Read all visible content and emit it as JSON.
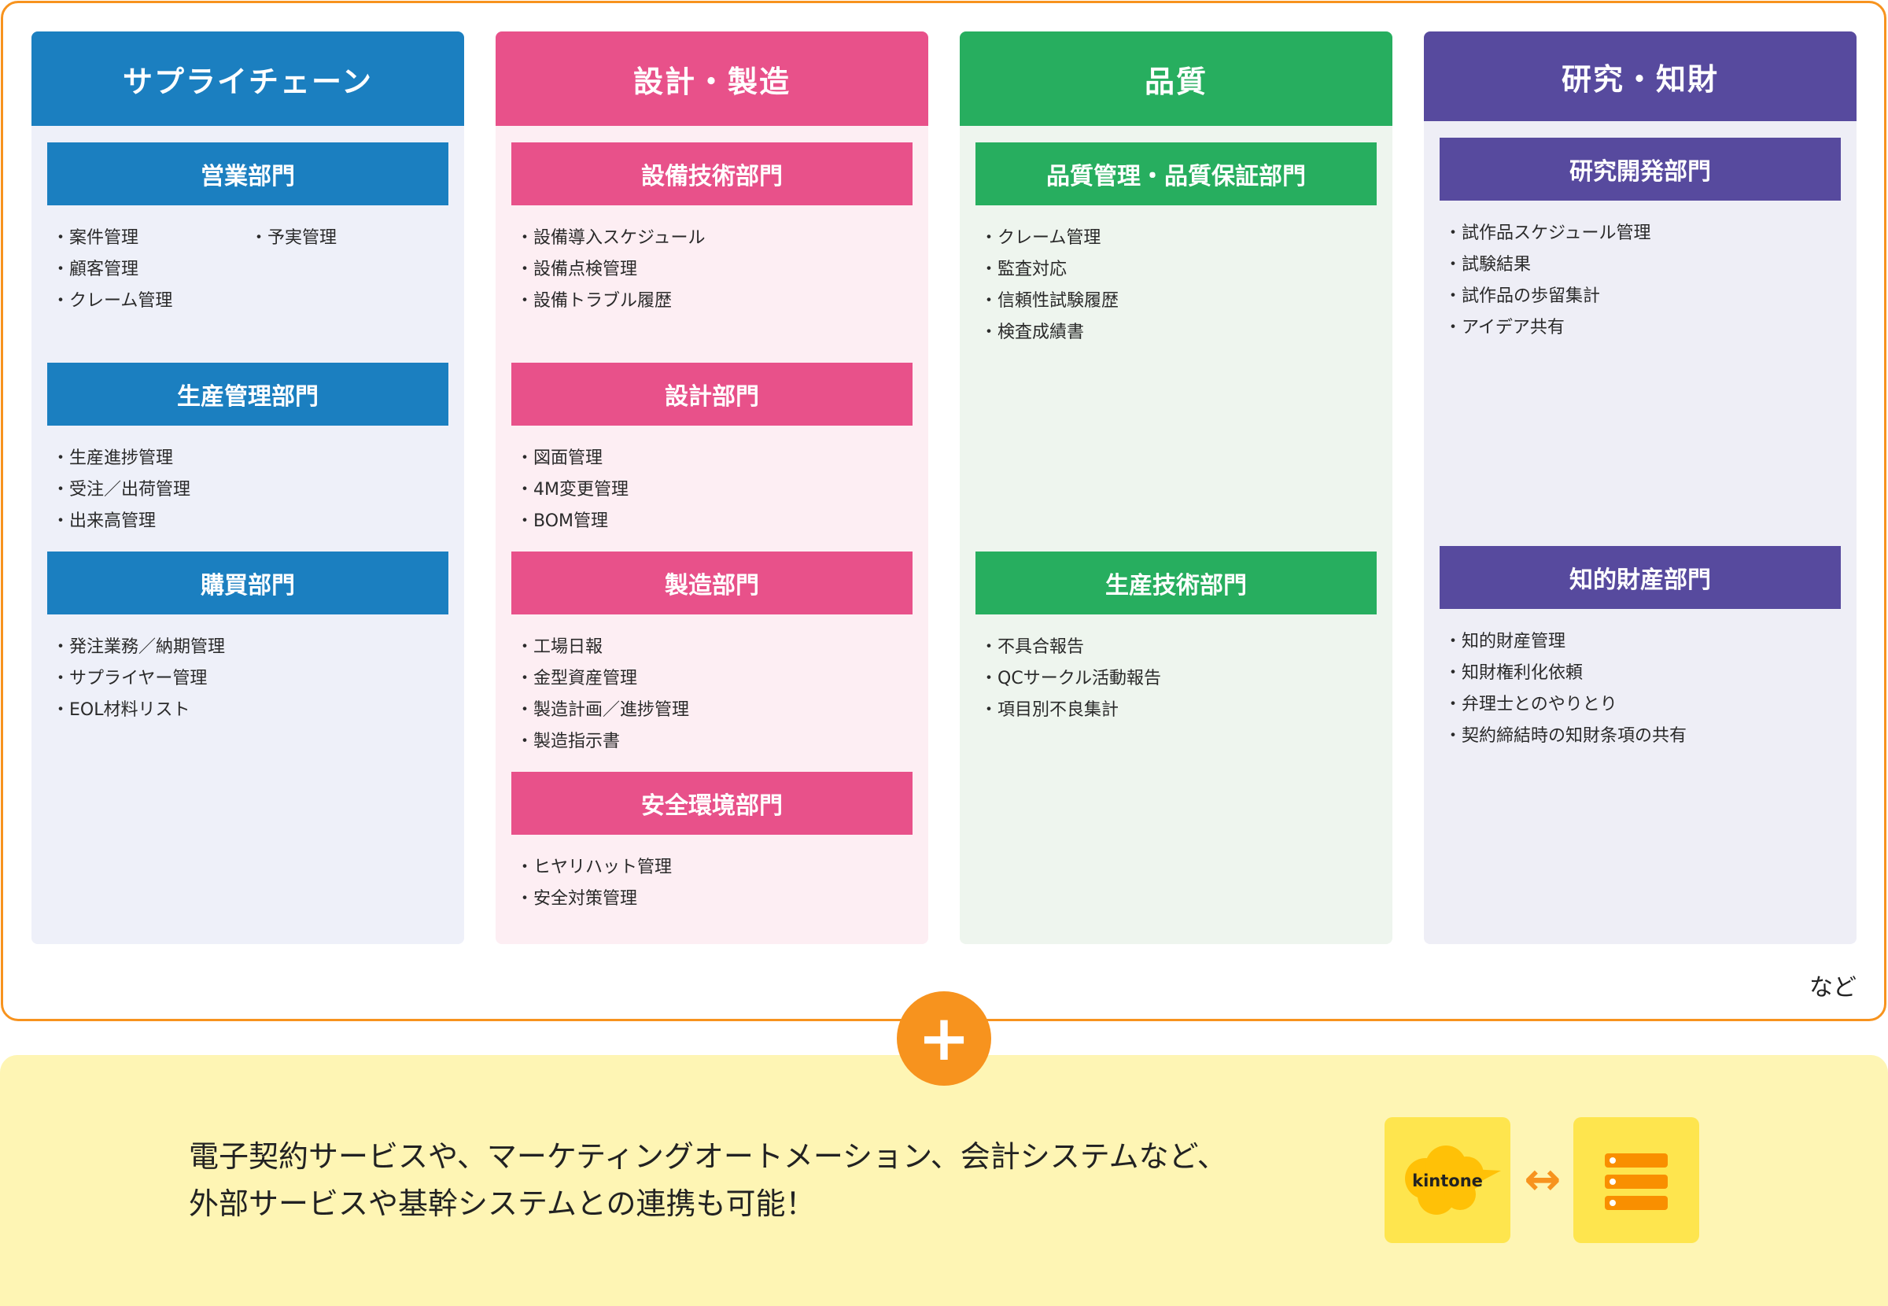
{
  "columns": [
    {
      "title": "サプライチェーン",
      "sections": [
        {
          "title": "営業部門",
          "items": [
            "案件管理",
            "予実管理",
            "顧客管理",
            "クレーム管理"
          ]
        },
        {
          "title": "生産管理部門",
          "items": [
            "生産進捗管理",
            "受注／出荷管理",
            "出来高管理"
          ]
        },
        {
          "title": "購買部門",
          "items": [
            "発注業務／納期管理",
            "サプライヤー管理",
            "EOL材料リスト"
          ]
        }
      ]
    },
    {
      "title": "設計・製造",
      "sections": [
        {
          "title": "設備技術部門",
          "items": [
            "設備導入スケジュール",
            "設備点検管理",
            "設備トラブル履歴"
          ]
        },
        {
          "title": "設計部門",
          "items": [
            "図面管理",
            "4M変更管理",
            "BOM管理"
          ]
        },
        {
          "title": "製造部門",
          "items": [
            "工場日報",
            "金型資産管理",
            "製造計画／進捗管理",
            "製造指示書"
          ]
        },
        {
          "title": "安全環境部門",
          "items": [
            "ヒヤリハット管理",
            "安全対策管理"
          ]
        }
      ]
    },
    {
      "title": "品質",
      "sections": [
        {
          "title": "品質管理・品質保証部門",
          "items": [
            "クレーム管理",
            "監査対応",
            "信頼性試験履歴",
            "検査成績書"
          ]
        },
        {
          "title": "生産技術部門",
          "items": [
            "不具合報告",
            "QCサークル活動報告",
            "項目別不良集計"
          ]
        }
      ]
    },
    {
      "title": "研究・知財",
      "sections": [
        {
          "title": "研究開発部門",
          "items": [
            "試作品スケジュール管理",
            "試験結果",
            "試作品の歩留集計",
            "アイデア共有"
          ]
        },
        {
          "title": "知的財産部門",
          "items": [
            "知的財産管理",
            "知財権利化依頼",
            "弁理士とのやりとり",
            "契約締結時の知財条項の共有"
          ]
        }
      ]
    }
  ],
  "etc": "など",
  "plus": "+",
  "bottom": {
    "line1": "電子契約サービスや、マーケティングオートメーション、会計システムなど、",
    "line2": "外部サービスや基幹システムとの連携も可能！",
    "logo": "kintone",
    "arrow": "↔"
  },
  "colors": {
    "orange": "#f7931e",
    "blue": "#1b7fc0",
    "pink": "#e8518a",
    "green": "#27ae5f",
    "purple": "#574a9e"
  }
}
